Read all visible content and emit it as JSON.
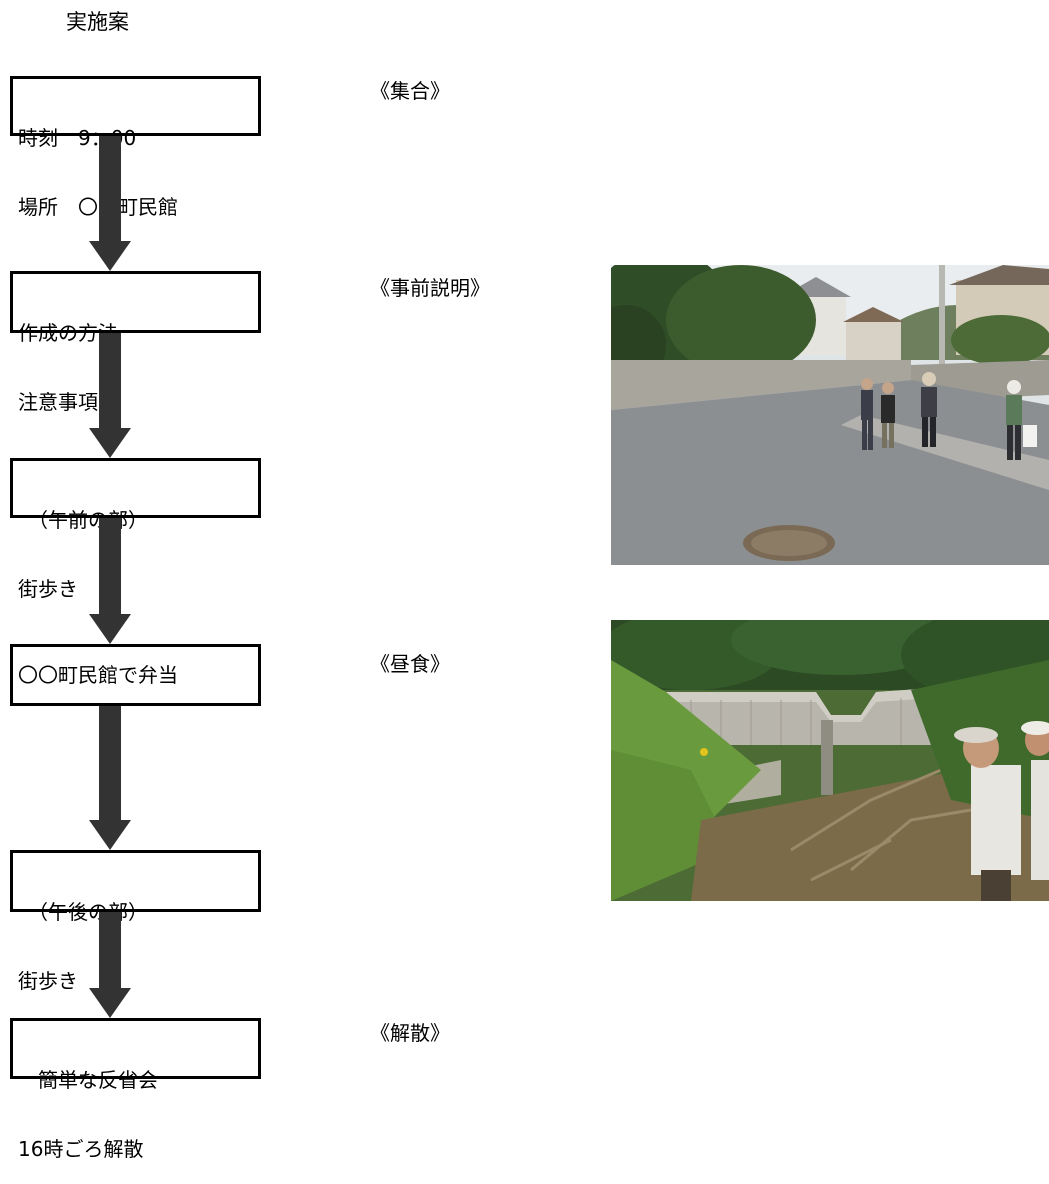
{
  "title": "実施案",
  "steps": [
    {
      "lines": [
        "時刻　9：00",
        "場所　〇〇町民館"
      ]
    },
    {
      "lines": [
        "作成の方法",
        "注意事項"
      ]
    },
    {
      "lines": [
        "　（午前の部）",
        "街歩き"
      ]
    },
    {
      "lines": [
        "〇〇町民館で弁当"
      ]
    },
    {
      "lines": [
        "　（午後の部）",
        "街歩き"
      ]
    },
    {
      "lines": [
        "　簡単な反省会",
        "16時ごろ解散"
      ]
    }
  ],
  "labels": {
    "gathering": "《集合》",
    "briefing": "《事前説明》",
    "lunch": "《昼食》",
    "dismissal": "《解散》"
  },
  "photos": [
    {
      "subject": "people walking on a residential street"
    },
    {
      "subject": "people viewing a concrete check dam in a forested ravine"
    }
  ],
  "colors": {
    "arrow": "#333333",
    "border": "#000000"
  }
}
